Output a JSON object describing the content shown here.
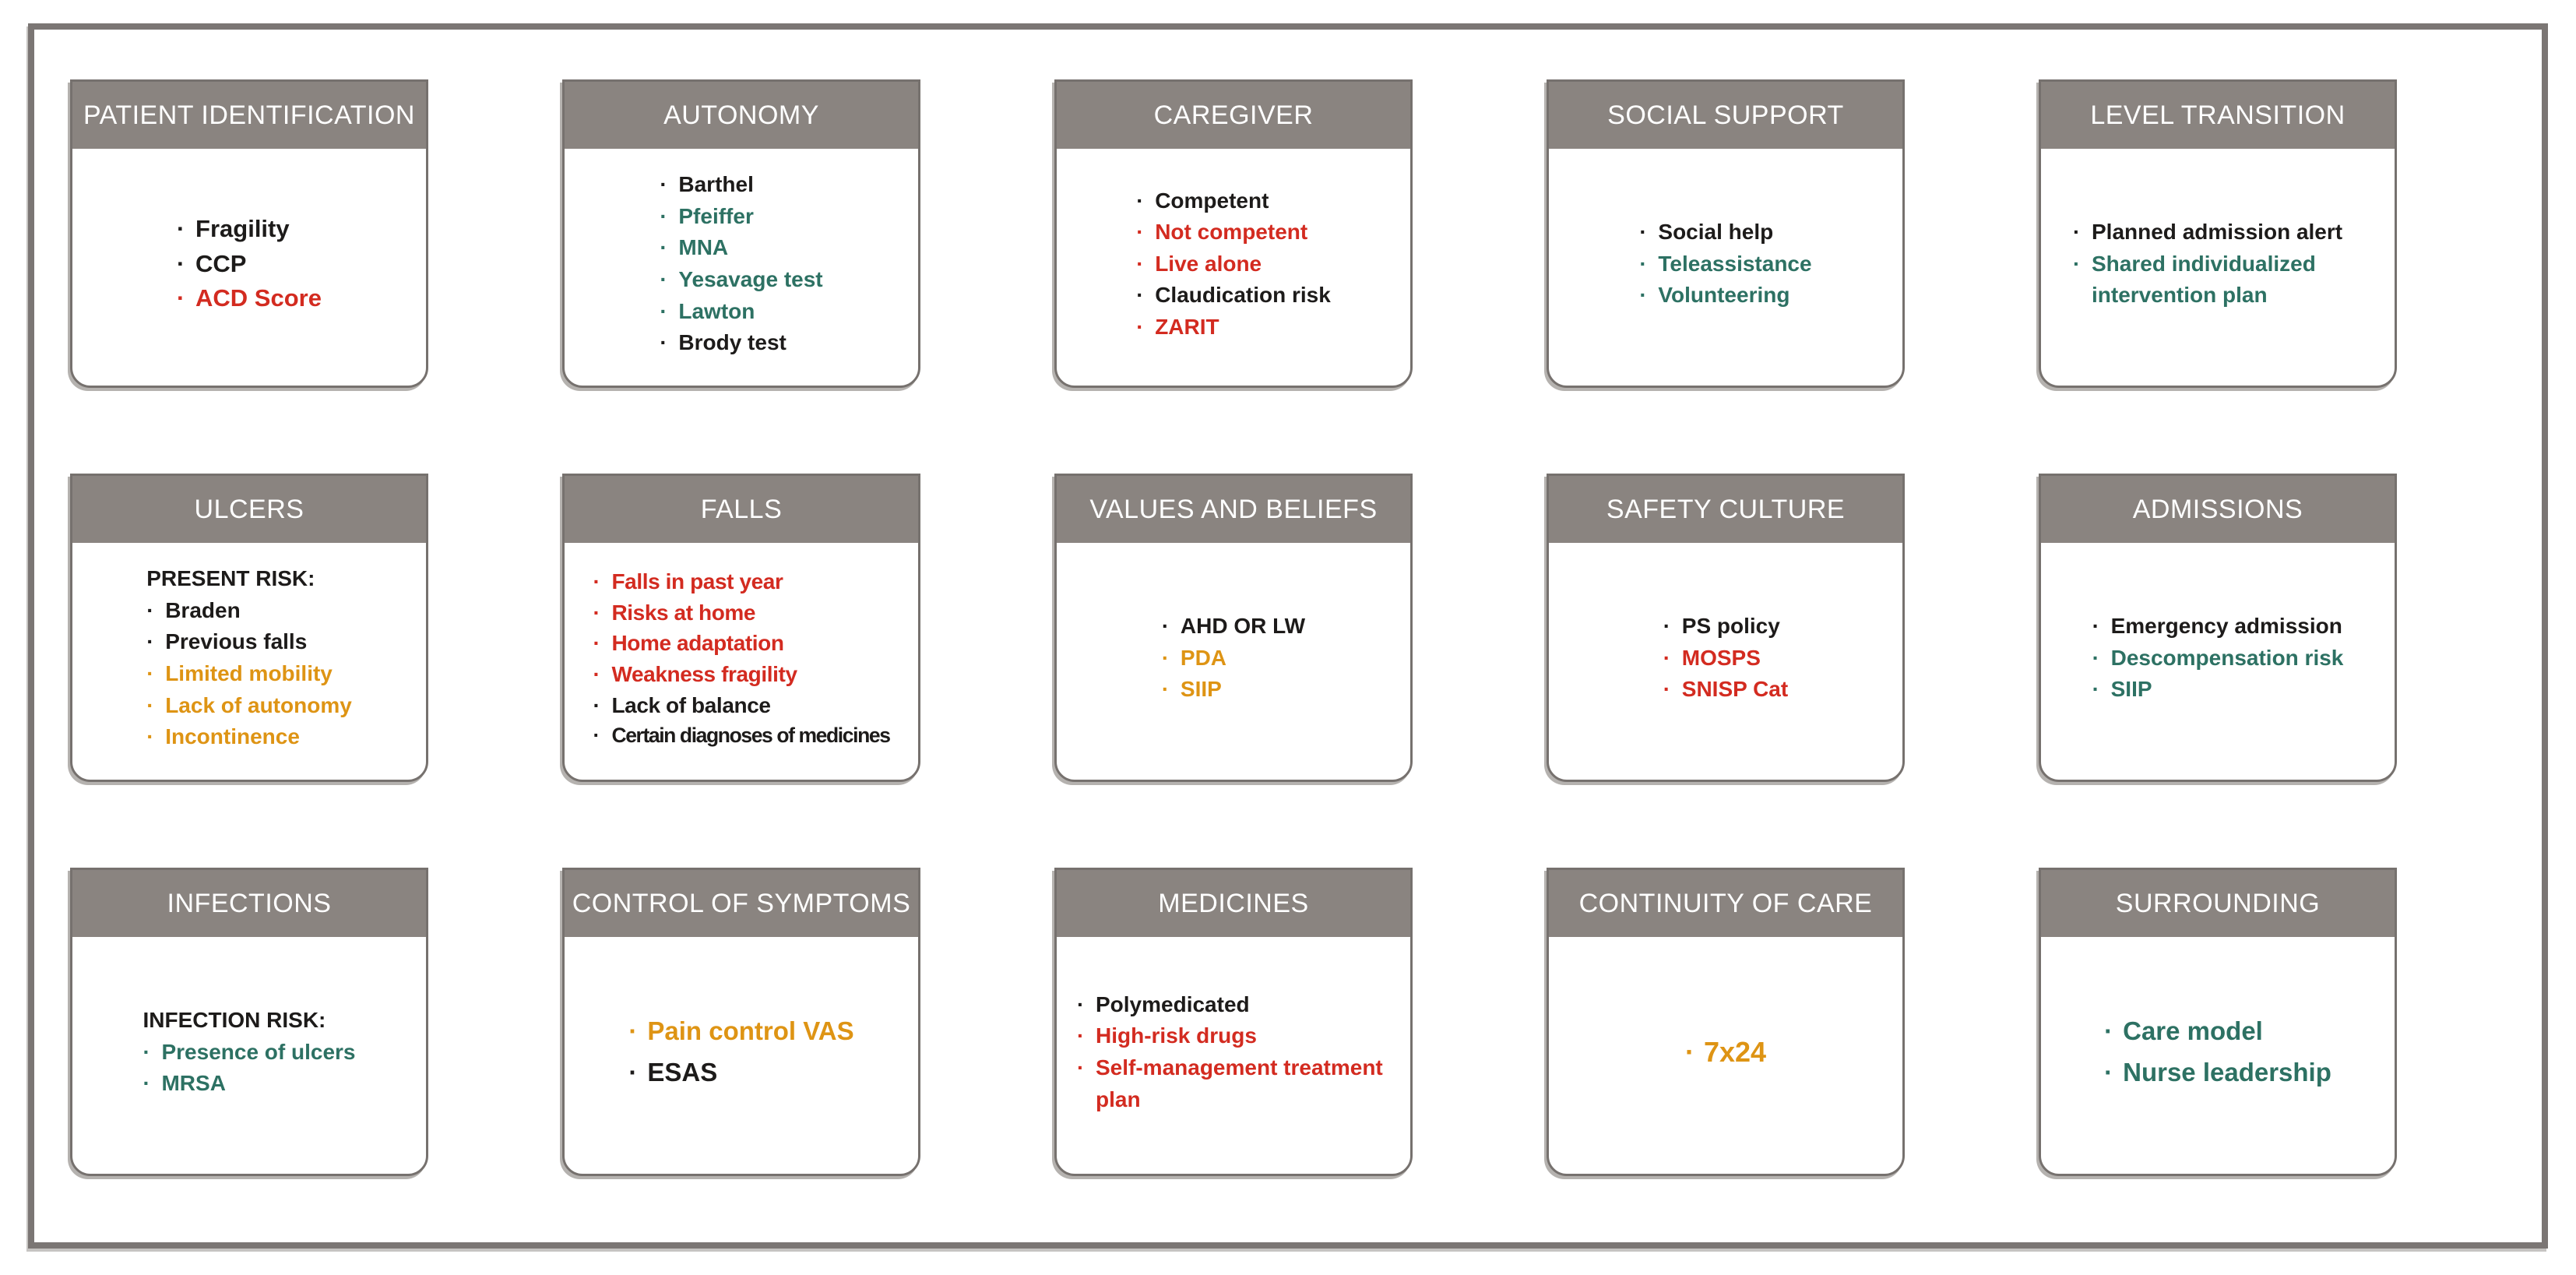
{
  "bullet_glyph": "·",
  "colors": {
    "black": "#1d1b1a",
    "teal": "#2d7163",
    "red": "#d32b20",
    "orange": "#de9414",
    "header_bg": "#8a8480",
    "header_text": "#ffffff",
    "card_border": "#76716e",
    "frame_border": "#7b7674"
  },
  "cards": [
    {
      "id": "patient-identification",
      "title": "PATIENT IDENTIFICATION",
      "items": [
        {
          "text": "Fragility",
          "color": "black"
        },
        {
          "text": "CCP",
          "color": "black"
        },
        {
          "text": "ACD Score",
          "color": "red"
        }
      ]
    },
    {
      "id": "autonomy",
      "title": "AUTONOMY",
      "items": [
        {
          "text": "Barthel",
          "color": "black"
        },
        {
          "text": "Pfeiffer",
          "color": "teal"
        },
        {
          "text": "MNA",
          "color": "teal"
        },
        {
          "text": "Yesavage test",
          "color": "teal"
        },
        {
          "text": "Lawton",
          "color": "teal"
        },
        {
          "text": "Brody test",
          "color": "black"
        }
      ]
    },
    {
      "id": "caregiver",
      "title": "CAREGIVER",
      "items": [
        {
          "text": "Competent",
          "color": "black"
        },
        {
          "text": "Not competent",
          "color": "red"
        },
        {
          "text": "Live alone",
          "color": "red"
        },
        {
          "text": "Claudication risk",
          "color": "black"
        },
        {
          "text": "ZARIT",
          "color": "red"
        }
      ]
    },
    {
      "id": "social-support",
      "title": "SOCIAL SUPPORT",
      "items": [
        {
          "text": "Social help",
          "color": "black"
        },
        {
          "text": "Teleassistance",
          "color": "teal"
        },
        {
          "text": "Volunteering",
          "color": "teal"
        }
      ]
    },
    {
      "id": "level-transition",
      "title": "LEVEL TRANSITION",
      "items": [
        {
          "text": "Planned admission alert",
          "color": "black"
        },
        {
          "text": "Shared individualized intervention plan",
          "color": "teal"
        }
      ]
    },
    {
      "id": "ulcers",
      "title": "ULCERS",
      "items": [
        {
          "text": "PRESENT RISK:",
          "color": "black",
          "bullet": false
        },
        {
          "text": "Braden",
          "color": "black"
        },
        {
          "text": "Previous falls",
          "color": "black"
        },
        {
          "text": "Limited mobility",
          "color": "orange"
        },
        {
          "text": "Lack of autonomy",
          "color": "orange"
        },
        {
          "text": "Incontinence",
          "color": "orange"
        }
      ]
    },
    {
      "id": "falls",
      "title": "FALLS",
      "items": [
        {
          "text": "Falls in past year",
          "color": "red"
        },
        {
          "text": "Risks at home",
          "color": "red"
        },
        {
          "text": "Home adaptation",
          "color": "red"
        },
        {
          "text": "Weakness fragility",
          "color": "red"
        },
        {
          "text": "Lack of balance",
          "color": "black"
        },
        {
          "text": "Certain diagnoses of medicines",
          "color": "black"
        }
      ]
    },
    {
      "id": "values-and-beliefs",
      "title": "VALUES AND BELIEFS",
      "items": [
        {
          "text": "AHD OR LW",
          "color": "black"
        },
        {
          "text": "PDA",
          "color": "orange"
        },
        {
          "text": "SIIP",
          "color": "orange"
        }
      ]
    },
    {
      "id": "safety-culture",
      "title": "SAFETY CULTURE",
      "items": [
        {
          "text": "PS policy",
          "color": "black"
        },
        {
          "text": "MOSPS",
          "color": "red"
        },
        {
          "text": "SNISP Cat",
          "color": "red"
        }
      ]
    },
    {
      "id": "admissions",
      "title": "ADMISSIONS",
      "items": [
        {
          "text": "Emergency admission",
          "color": "black"
        },
        {
          "text": "Descompensation risk",
          "color": "teal"
        },
        {
          "text": "SIIP",
          "color": "teal"
        }
      ]
    },
    {
      "id": "infections",
      "title": "INFECTIONS",
      "items": [
        {
          "text": "INFECTION RISK:",
          "color": "black",
          "bullet": false
        },
        {
          "text": "Presence of ulcers",
          "color": "teal"
        },
        {
          "text": "MRSA",
          "color": "teal"
        }
      ]
    },
    {
      "id": "control-of-symptoms",
      "title": "CONTROL OF SYMPTOMS",
      "items": [
        {
          "text": "Pain control VAS",
          "color": "orange"
        },
        {
          "text": "ESAS",
          "color": "black"
        }
      ]
    },
    {
      "id": "medicines",
      "title": "MEDICINES",
      "items": [
        {
          "text": "Polymedicated",
          "color": "black"
        },
        {
          "text": "High-risk drugs",
          "color": "red"
        },
        {
          "text": "Self-management treatment plan",
          "color": "red"
        }
      ]
    },
    {
      "id": "continuity-of-care",
      "title": "CONTINUITY OF CARE",
      "items": [
        {
          "text": "7x24",
          "color": "orange"
        }
      ]
    },
    {
      "id": "surrounding",
      "title": "SURROUNDING",
      "items": [
        {
          "text": "Care model",
          "color": "teal"
        },
        {
          "text": "Nurse leadership",
          "color": "teal"
        }
      ]
    }
  ]
}
